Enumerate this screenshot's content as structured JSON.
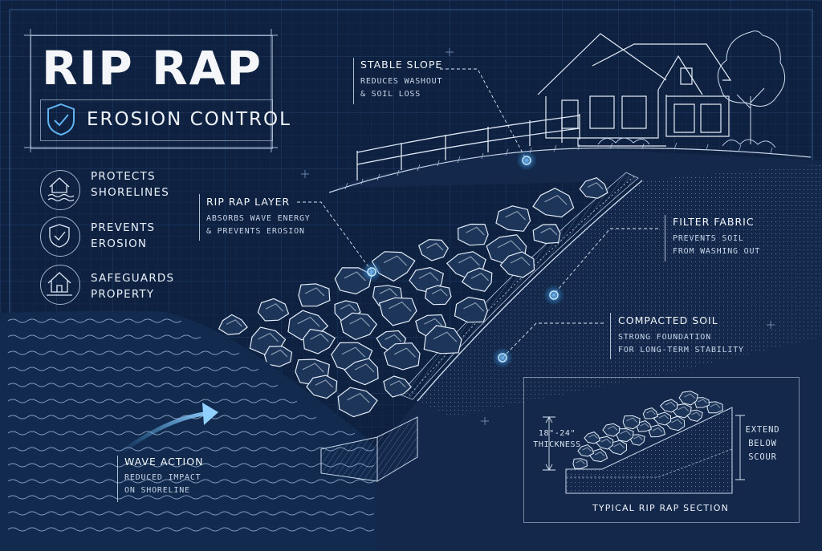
{
  "title": {
    "main": "RIP RAP",
    "subtitle": "EROSION CONTROL"
  },
  "benefits": [
    {
      "icon": "house-waves-icon",
      "lines": [
        "PROTECTS",
        "SHORELINES"
      ]
    },
    {
      "icon": "shield-check-icon",
      "lines": [
        "PREVENTS",
        "EROSION"
      ]
    },
    {
      "icon": "house-icon",
      "lines": [
        "SAFEGUARDS",
        "PROPERTY"
      ]
    }
  ],
  "callouts": {
    "stable_slope": {
      "title": "STABLE SLOPE",
      "desc": [
        "REDUCES WASHOUT",
        "& SOIL LOSS"
      ]
    },
    "rip_rap_layer": {
      "title": "RIP RAP LAYER",
      "desc": [
        "ABSORBS WAVE ENERGY",
        "& PREVENTS EROSION"
      ]
    },
    "filter_fabric": {
      "title": "FILTER FABRIC",
      "desc": [
        "PREVENTS SOIL",
        "FROM WASHING OUT"
      ]
    },
    "compacted_soil": {
      "title": "COMPACTED SOIL",
      "desc": [
        "STRONG FOUNDATION",
        "FOR LONG-TERM STABILITY"
      ]
    },
    "wave_action": {
      "title": "WAVE ACTION",
      "desc": [
        "REDUCED IMPACT",
        "ON SHORELINE"
      ]
    }
  },
  "section": {
    "thickness_value": "18\"-24\"",
    "thickness_label": "THICKNESS",
    "extend_lines": [
      "EXTEND",
      "BELOW",
      "SCOUR"
    ],
    "caption": "TYPICAL RIP RAP SECTION"
  },
  "colors": {
    "background": "#0e2140",
    "grid": "#1f3a63",
    "line": "#dbe6f4",
    "accent": "#5fb3f0"
  }
}
